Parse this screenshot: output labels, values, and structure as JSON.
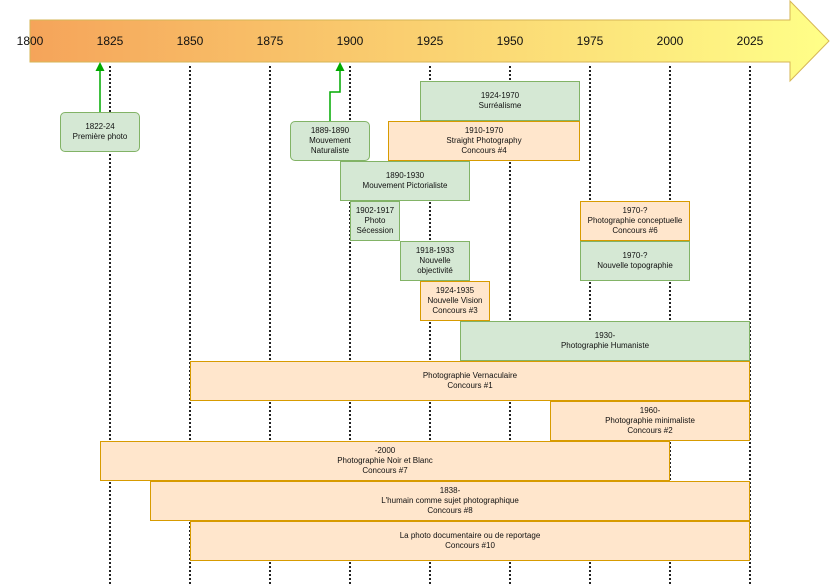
{
  "axis": {
    "years": [
      "1800",
      "1825",
      "1850",
      "1875",
      "1900",
      "1925",
      "1950",
      "1975",
      "2000",
      "2025"
    ],
    "colors": {
      "start": "#f5a45a",
      "end": "#ffff88",
      "stroke": "#d6b656"
    }
  },
  "boxes": [
    {
      "id": "premiere-photo",
      "color": "green",
      "lines": [
        "1822-24",
        "Première photo"
      ]
    },
    {
      "id": "mouvement-naturaliste",
      "color": "green",
      "lines": [
        "1889-1890",
        "Mouvement",
        "Naturaliste"
      ]
    },
    {
      "id": "surrealisme",
      "color": "green",
      "lines": [
        "1924-1970",
        "Surréalisme"
      ]
    },
    {
      "id": "straight-photography",
      "color": "orange",
      "lines": [
        "1910-1970",
        "Straight Photography",
        "Concours #4"
      ]
    },
    {
      "id": "mouvement-pictorialiste",
      "color": "green",
      "lines": [
        "1890-1930",
        "Mouvement Pictorialiste"
      ]
    },
    {
      "id": "photo-secession",
      "color": "green",
      "lines": [
        "1902-1917",
        "Photo",
        "Sécession"
      ]
    },
    {
      "id": "photographie-conceptuelle",
      "color": "orange",
      "lines": [
        "1970-?",
        "Photographie conceptuelle",
        "Concours #6"
      ]
    },
    {
      "id": "nouvelle-topographie",
      "color": "green",
      "lines": [
        "1970-?",
        "Nouvelle topographie"
      ]
    },
    {
      "id": "nouvelle-objectivite",
      "color": "green",
      "lines": [
        "1918-1933",
        "Nouvelle",
        "objectivité"
      ]
    },
    {
      "id": "nouvelle-vision",
      "color": "orange",
      "lines": [
        "1924-1935",
        "Nouvelle Vision",
        "Concours #3"
      ]
    },
    {
      "id": "photographie-humaniste",
      "color": "green",
      "lines": [
        "1930-",
        "Photographie Humaniste"
      ]
    },
    {
      "id": "photographie-vernaculaire",
      "color": "orange",
      "lines": [
        "Photographie Vernaculaire",
        "Concours  #1"
      ]
    },
    {
      "id": "photographie-minimaliste",
      "color": "orange",
      "lines": [
        "1960-",
        "Photographie minimaliste",
        "Concours  #2"
      ]
    },
    {
      "id": "noir-et-blanc",
      "color": "orange",
      "lines": [
        "-2000",
        "Photographie Noir et Blanc",
        "Concours #7"
      ]
    },
    {
      "id": "humain-sujet",
      "color": "orange",
      "lines": [
        "1838-",
        "L'humain comme sujet photographique",
        "Concours #8"
      ]
    },
    {
      "id": "photo-documentaire",
      "color": "orange",
      "lines": [
        "La photo documentaire ou de reportage",
        "Concours #10"
      ]
    }
  ],
  "colors": {
    "green_fill": "#d5e8d4",
    "green_stroke": "#82b366",
    "orange_fill": "#ffe6cc",
    "orange_stroke": "#d79b00",
    "arrow": "#00aa00"
  }
}
